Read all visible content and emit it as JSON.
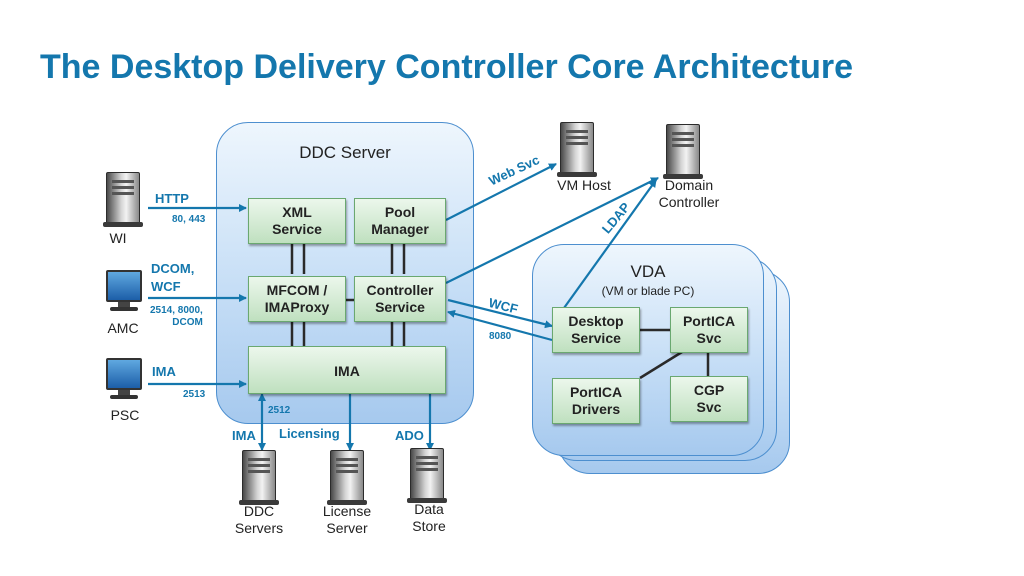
{
  "title": "The Desktop Delivery Controller Core Architecture",
  "ddc_server": {
    "label": "DDC Server",
    "xml_service": "XML\nService",
    "pool_manager": "Pool\nManager",
    "mfcom": "MFCOM /\nIMAProxy",
    "controller_service": "Controller\nService",
    "ima": "IMA"
  },
  "vda": {
    "label": "VDA",
    "sublabel": "(VM or blade PC)",
    "desktop_service": "Desktop\nService",
    "portica_svc": "PortICA\nSvc",
    "portica_drivers": "PortICA\nDrivers",
    "cgp_svc": "CGP\nSvc"
  },
  "nodes": {
    "wi": "WI",
    "amc": "AMC",
    "psc": "PSC",
    "vm_host": "VM Host",
    "domain_controller": "Domain\nController",
    "ddc_servers": "DDC\nServers",
    "license_server": "License\nServer",
    "data_store": "Data\nStore"
  },
  "connections": {
    "http": "HTTP",
    "http_ports": "80, 443",
    "dcom_wcf": "DCOM,\nWCF",
    "dcom_ports": "2514, 8000,\nDCOM",
    "ima": "IMA",
    "ima_port": "2513",
    "web_svc": "Web Svc",
    "ldap": "LDAP",
    "wcf": "WCF",
    "wcf_port": "8080",
    "ima_bottom": "IMA",
    "ima_bottom_port": "2512",
    "licensing": "Licensing",
    "ado": "ADO"
  },
  "colors": {
    "accent": "#1477ad",
    "box_green": "#bfe0bf",
    "panel_blue": "#c6def6"
  }
}
